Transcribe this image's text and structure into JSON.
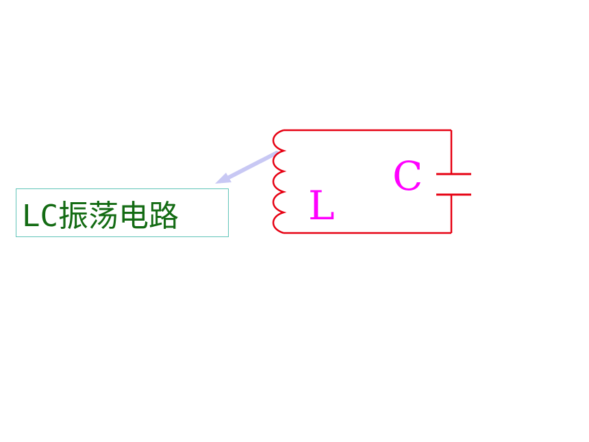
{
  "caption": "LC振荡电路",
  "inductor_label": "L",
  "capacitor_label": "C",
  "colors": {
    "wire": "#e60012",
    "component_label": "#ff00ff",
    "caption_text": "#136b13",
    "caption_border": "#5fc4b8",
    "arrow": "#c8c8f4"
  }
}
